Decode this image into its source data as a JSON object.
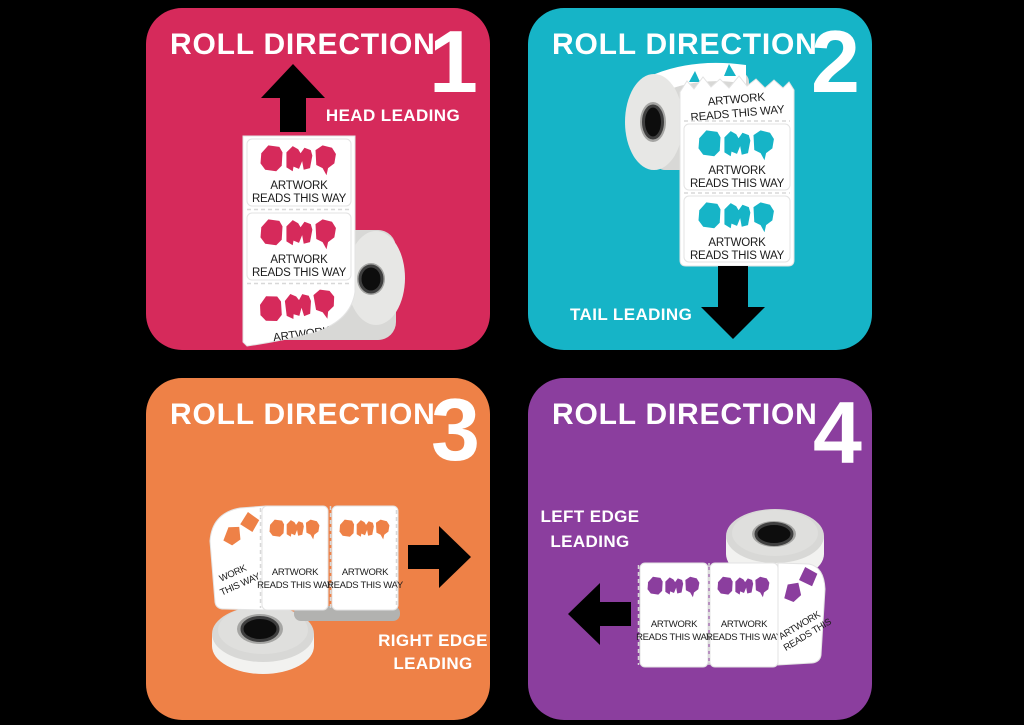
{
  "canvas": {
    "background": "#000000"
  },
  "palette": {
    "arrow": "#000000",
    "label_text": "#1c1c1c",
    "label_background": "#ffffff"
  },
  "label": {
    "line1": "ARTWORK",
    "line2": "READS THIS WAY"
  },
  "panels": [
    {
      "title": "ROLL DIRECTION",
      "number": "1",
      "color": "#d62a5b",
      "direction_lines": [
        "HEAD LEADING"
      ],
      "arrow": "up",
      "partial_lines": [
        "ARTWORK"
      ]
    },
    {
      "title": "ROLL DIRECTION",
      "number": "2",
      "color": "#16b4c7",
      "direction_lines": [
        "TAIL LEADING"
      ],
      "arrow": "down",
      "partial_lines": [
        "ARTWORK",
        "READS THIS WAY"
      ]
    },
    {
      "title": "ROLL DIRECTION",
      "number": "3",
      "color": "#ee8147",
      "direction_lines": [
        "RIGHT EDGE",
        "LEADING"
      ],
      "arrow": "right",
      "partial_lines": [
        "WORK",
        "THIS WAY"
      ]
    },
    {
      "title": "ROLL DIRECTION",
      "number": "4",
      "color": "#8b3e9e",
      "direction_lines": [
        "LEFT EDGE",
        "LEADING"
      ],
      "arrow": "left",
      "partial_lines": [
        "ARTWORK",
        "READS THIS"
      ]
    }
  ]
}
